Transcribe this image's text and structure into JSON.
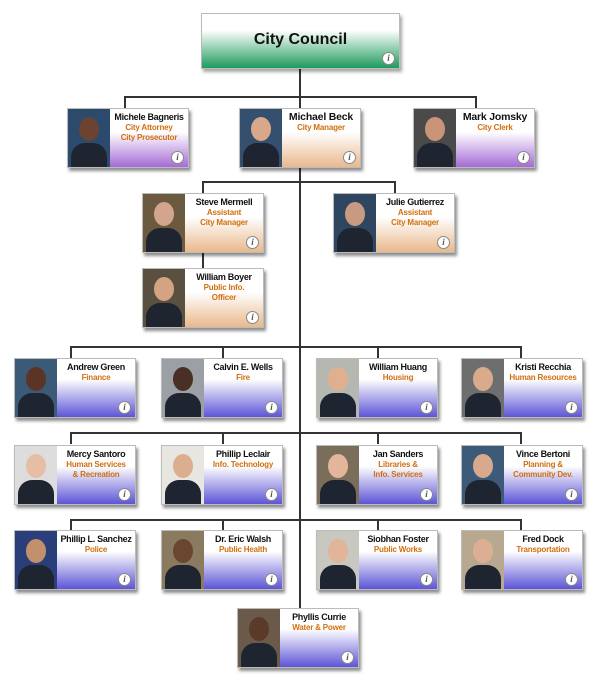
{
  "council": {
    "title": "City Council",
    "info_icon": "info-icon"
  },
  "colors": {
    "orange": "#d0700f",
    "purple_theme": "#a56bd6",
    "orange_theme": "#e9b98d",
    "blue_theme": "#5d55d6",
    "council_green": "#1e9a5c"
  },
  "people": [
    {
      "name": "Michele Bagneris",
      "titles": [
        "City Attorney",
        "City Prosecutor"
      ],
      "theme": "purple"
    },
    {
      "name": "Michael Beck",
      "titles": [
        "City Manager"
      ],
      "theme": "orange"
    },
    {
      "name": "Mark Jomsky",
      "titles": [
        "City Clerk"
      ],
      "theme": "purple"
    },
    {
      "name": "Steve Mermell",
      "titles": [
        "Assistant",
        "City Manager"
      ],
      "theme": "orange"
    },
    {
      "name": "Julie Gutierrez",
      "titles": [
        "Assistant",
        "City Manager"
      ],
      "theme": "orange"
    },
    {
      "name": "William Boyer",
      "titles": [
        "Public Info.",
        "Officer"
      ],
      "theme": "orange"
    },
    {
      "name": "Andrew Green",
      "titles": [
        "Finance"
      ],
      "theme": "blue"
    },
    {
      "name": "Calvin E. Wells",
      "titles": [
        "Fire"
      ],
      "theme": "blue"
    },
    {
      "name": "William Huang",
      "titles": [
        "Housing"
      ],
      "theme": "blue"
    },
    {
      "name": "Kristi Recchia",
      "titles": [
        "Human Resources"
      ],
      "theme": "blue"
    },
    {
      "name": "Mercy Santoro",
      "titles": [
        "Human Services",
        "& Recreation"
      ],
      "theme": "blue"
    },
    {
      "name": "Phillip Leclair",
      "titles": [
        "Info. Technology"
      ],
      "theme": "blue"
    },
    {
      "name": "Jan Sanders",
      "titles": [
        "Libraries &",
        "Info. Services"
      ],
      "theme": "blue"
    },
    {
      "name": "Vince Bertoni",
      "titles": [
        "Planning &",
        "Community Dev."
      ],
      "theme": "blue"
    },
    {
      "name": "Phillip L. Sanchez",
      "titles": [
        "Police"
      ],
      "theme": "blue"
    },
    {
      "name": "Dr. Eric Walsh",
      "titles": [
        "Public Health"
      ],
      "theme": "blue"
    },
    {
      "name": "Siobhan Foster",
      "titles": [
        "Public Works"
      ],
      "theme": "blue"
    },
    {
      "name": "Fred Dock",
      "titles": [
        "Transportation"
      ],
      "theme": "blue"
    },
    {
      "name": "Phyllis Currie",
      "titles": [
        "Water & Power"
      ],
      "theme": "blue"
    }
  ]
}
